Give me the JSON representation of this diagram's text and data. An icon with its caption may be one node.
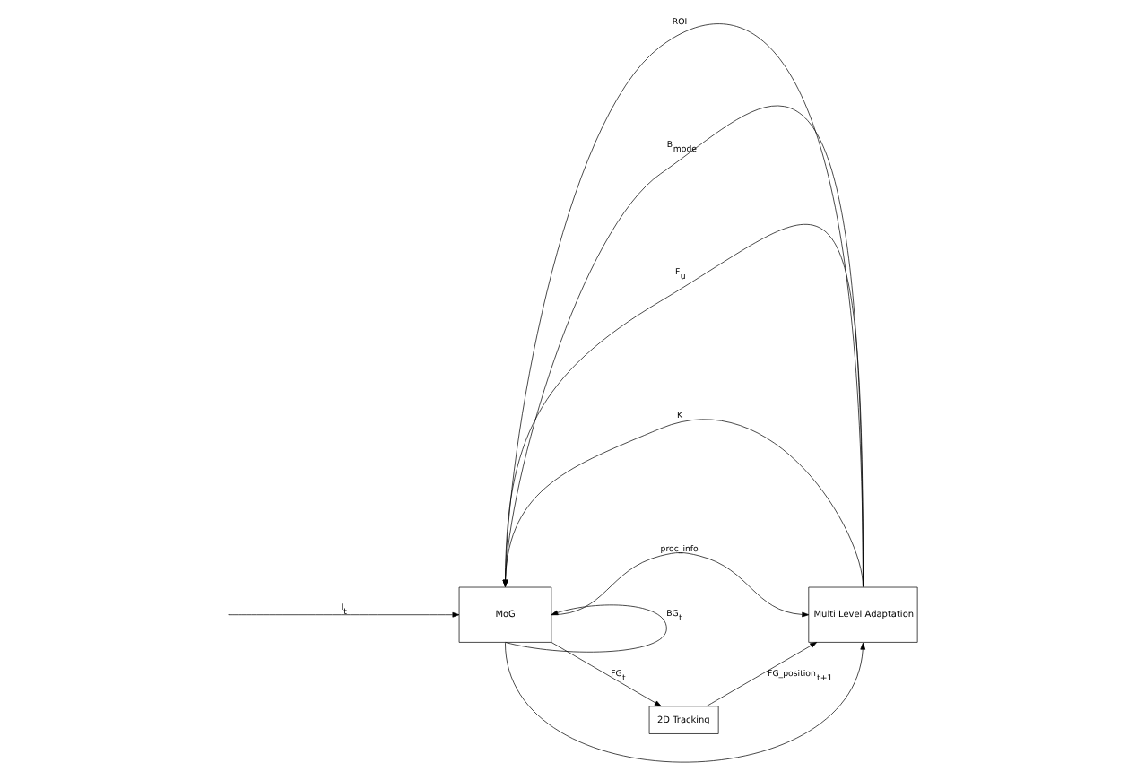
{
  "diagram": {
    "nodes": [
      {
        "text": [
          "MoG"
        ]
      },
      {
        "text": [
          "Multi Level Adaptation"
        ]
      },
      {
        "text": [
          "2D Tracking"
        ]
      }
    ],
    "edges": [
      {
        "from": null,
        "to": 0,
        "arrow": "to",
        "label": "I$_{t}$"
      },
      {
        "from": 1,
        "to": 0,
        "arrow": "to",
        "label": "ROI"
      },
      {
        "from": 1,
        "to": 0,
        "arrow": "to",
        "label": "B$_{mode}$"
      },
      {
        "from": 1,
        "to": 0,
        "arrow": "to",
        "label": "F$_{u}$"
      },
      {
        "from": 1,
        "to": 0,
        "arrow": "to",
        "label": "K"
      },
      {
        "from": 0,
        "to": 1,
        "arrow": "to",
        "label": "proc_info"
      },
      {
        "from": 0,
        "to": 0,
        "arrow": "to",
        "label": "BG$_{t}$"
      },
      {
        "from": 0,
        "to": 2,
        "arrow": "to",
        "label": "FG$_{t}$"
      },
      {
        "from": 0,
        "to": 1,
        "arrow": "to"
      },
      {
        "from": 2,
        "to": 1,
        "arrow": "to",
        "label": "FG_position$_{t+1}$"
      }
    ]
  }
}
